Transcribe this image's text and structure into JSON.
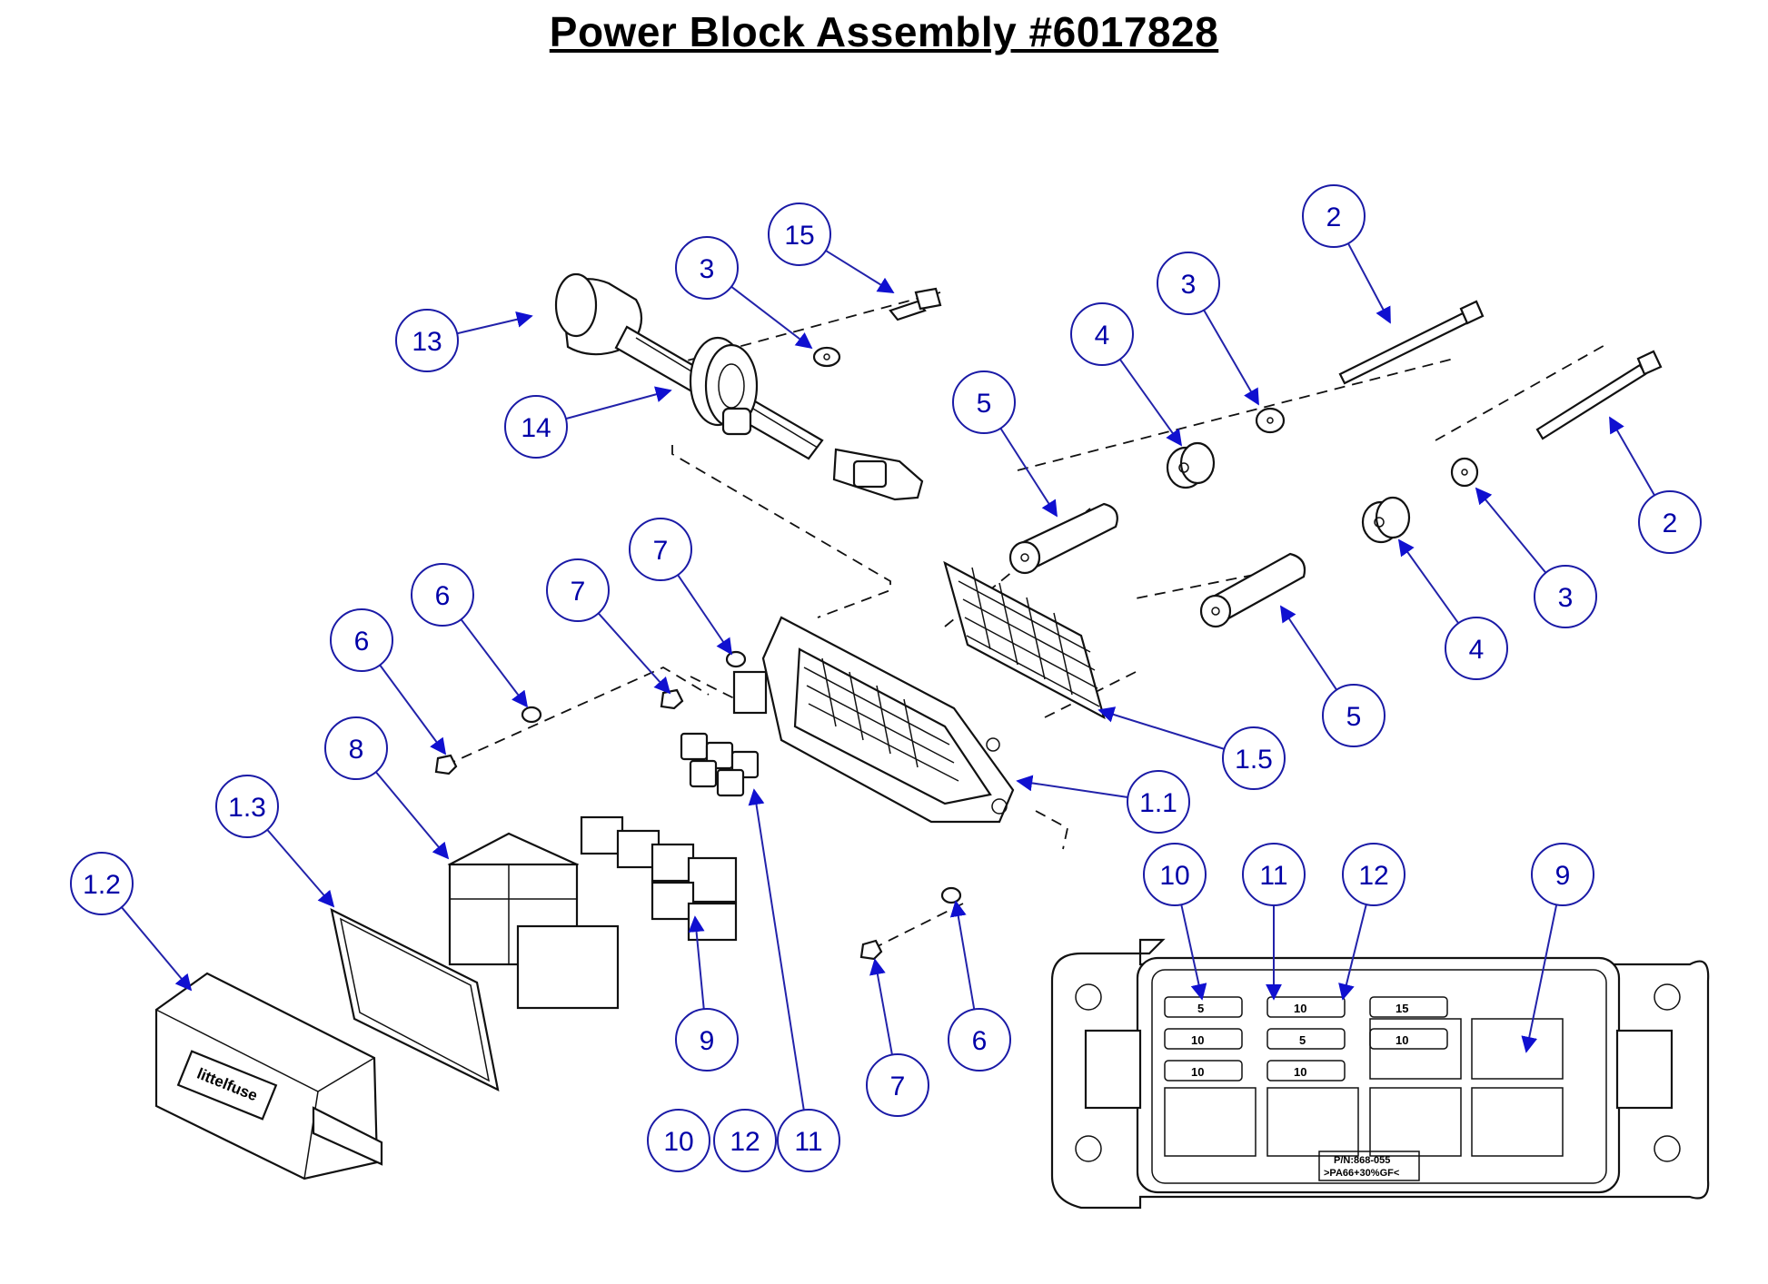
{
  "title": "Power Block Assembly #6017828",
  "colors": {
    "callout": "#0000a8",
    "line": "#111111",
    "background": "#ffffff"
  },
  "callouts": [
    {
      "label": "13"
    },
    {
      "label": "3"
    },
    {
      "label": "15"
    },
    {
      "label": "14"
    },
    {
      "label": "2"
    },
    {
      "label": "3"
    },
    {
      "label": "4"
    },
    {
      "label": "5"
    },
    {
      "label": "2"
    },
    {
      "label": "3"
    },
    {
      "label": "4"
    },
    {
      "label": "5"
    },
    {
      "label": "6"
    },
    {
      "label": "7"
    },
    {
      "label": "6"
    },
    {
      "label": "7"
    },
    {
      "label": "1.5"
    },
    {
      "label": "1.1"
    },
    {
      "label": "8"
    },
    {
      "label": "1.3"
    },
    {
      "label": "1.2"
    },
    {
      "label": "9"
    },
    {
      "label": "10"
    },
    {
      "label": "12"
    },
    {
      "label": "11"
    },
    {
      "label": "7"
    },
    {
      "label": "6"
    },
    {
      "label": "10"
    },
    {
      "label": "11"
    },
    {
      "label": "12"
    },
    {
      "label": "9"
    }
  ],
  "fuse_labels": {
    "row1": [
      "5",
      "10",
      "15"
    ],
    "row2": [
      "10",
      "5",
      "10"
    ],
    "row3": [
      "10",
      "10"
    ]
  },
  "part_number": {
    "line1": "P/N:868-055",
    "line2": ">PA66+30%GF<"
  },
  "logo_text": "littelfuse"
}
